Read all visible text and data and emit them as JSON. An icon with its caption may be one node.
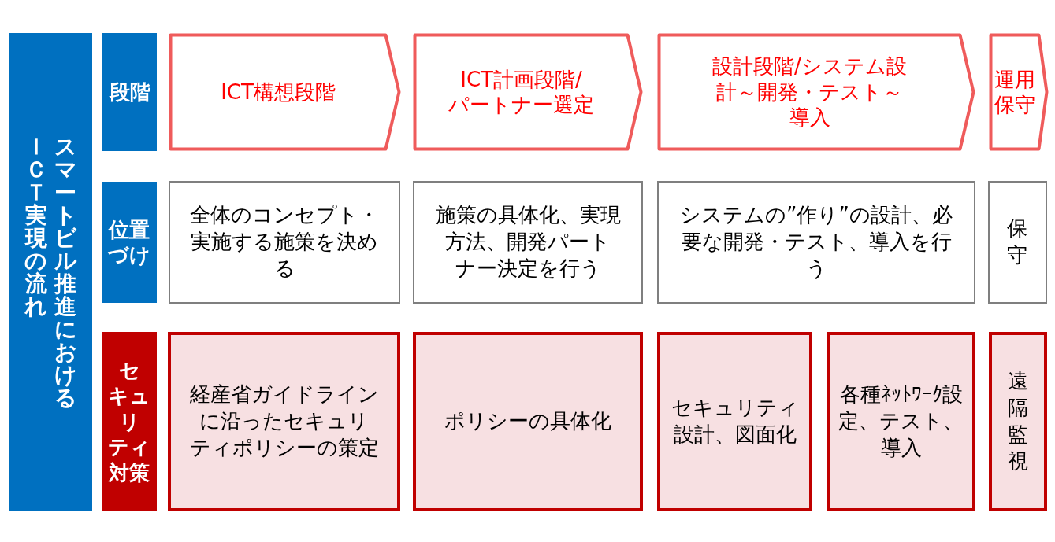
{
  "diagram": {
    "nodes": [
      {
        "text": [
          "スマートビル推進におけるＩＣＴ実現の流れ"
        ]
      },
      {
        "text": [
          "段階"
        ]
      },
      {
        "text": [
          "ICT構想段階"
        ]
      },
      {
        "text": [
          "ICT計画段階/パートナー選定"
        ]
      },
      {
        "text": [
          "設計段階/システム設計～開発・テスト～導入"
        ]
      },
      {
        "text": [
          "運用保守"
        ]
      },
      {
        "text": [
          "位置づけ"
        ]
      },
      {
        "text": [
          "全体のコンセプト・実施する施策を決める"
        ]
      },
      {
        "text": [
          "施策の具体化、実現方法、開発パートナー決定を行う"
        ]
      },
      {
        "text": [
          "システムの”作り”の設計、必要な開発・テスト、導入を行う"
        ]
      },
      {
        "text": [
          "保守"
        ]
      },
      {
        "text": [
          "セキュリティ対策"
        ]
      },
      {
        "text": [
          "経産省ガイドラインに沿ったセキュリティポリシーの策定"
        ]
      },
      {
        "text": [
          "ポリシーの具体化"
        ]
      },
      {
        "text": [
          "セキュリティ設計、図面化"
        ]
      },
      {
        "text": [
          "各種ﾈｯﾄﾜｰｸ設定、テスト、導入"
        ]
      },
      {
        "text": [
          "遠隔監視"
        ]
      }
    ]
  }
}
